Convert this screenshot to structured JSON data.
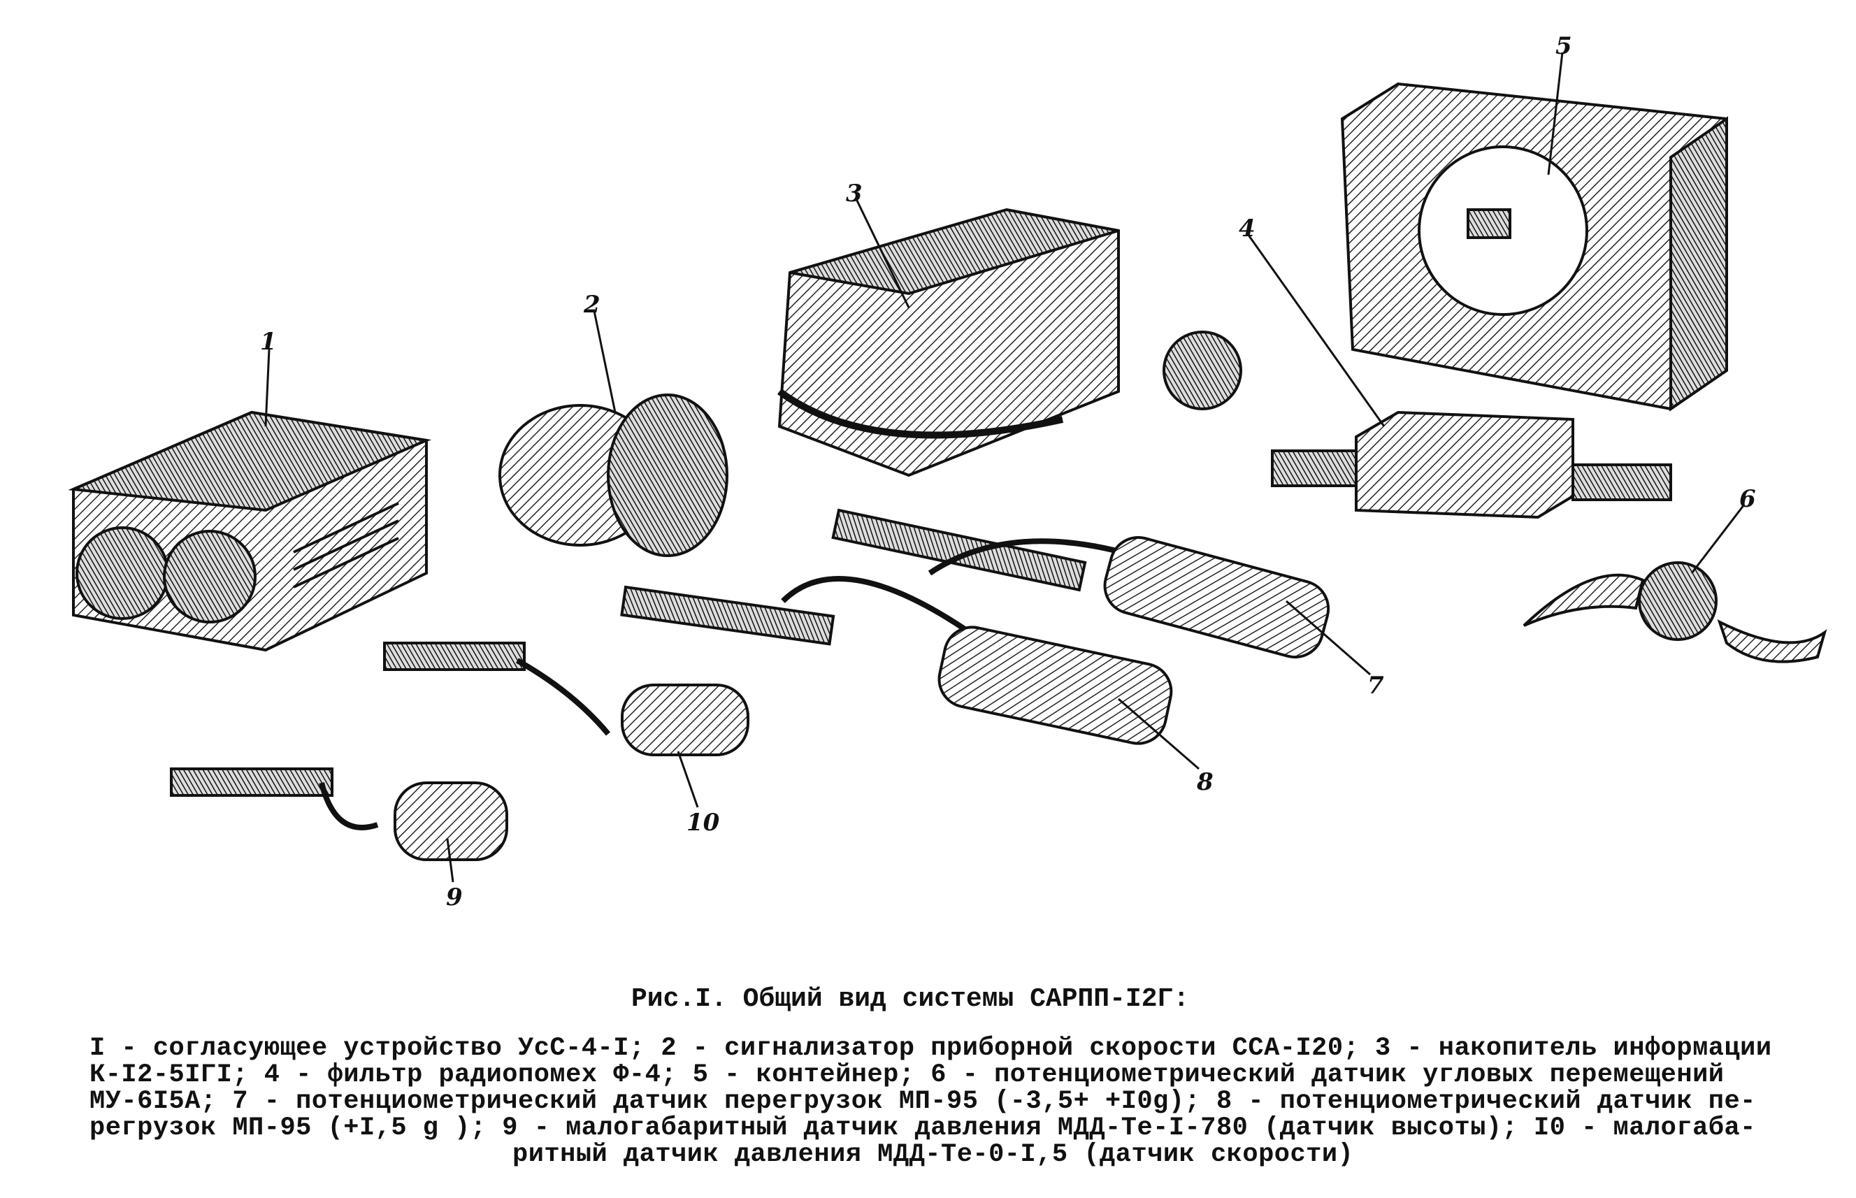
{
  "figure": {
    "title": "Рис.I. Общий вид системы САРПП-I2Г:",
    "legend_lines": [
      "I - согласующее устройство УсС-4-I; 2 - сигнализатор приборной скорости ССА-I20; 3 - накопитель информации",
      "К-I2-5IГI; 4 - фильтр радиопомех Ф-4; 5 - контейнер; 6 - потенциометрический датчик угловых перемещений",
      "МУ-6I5А; 7 - потенциометрический датчик перегрузок МП-95 (-3,5+ +I0g); 8 - потенциометрический датчик пе-",
      "регрузок МП-95 (+I,5 g ); 9 - малогабаритный датчик давления МДД-Те-I-780 (датчик высоты); I0 - малогаба-",
      "ритный датчик давления МДД-Те-0-I,5 (датчик скорости)"
    ],
    "labels": [
      "1",
      "2",
      "3",
      "4",
      "5",
      "6",
      "7",
      "8",
      "9",
      "10"
    ]
  }
}
